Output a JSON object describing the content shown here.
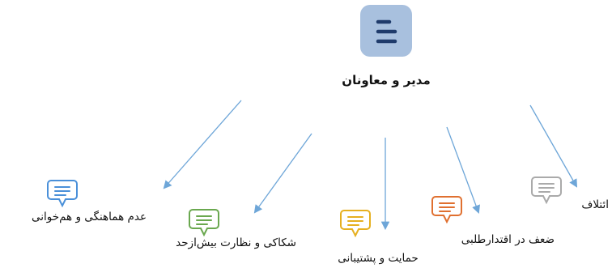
{
  "root": {
    "label": "مدیر و معاونان",
    "icon": "list-icon",
    "color": "#a8c0de"
  },
  "edge_color": "#6ea6d8",
  "nodes": [
    {
      "label": "عدم هماهنگی و هم‌خوانی",
      "icon": "comment-icon",
      "color": "#4a90d9"
    },
    {
      "label": "شکاکی و نظارت بیش‌ازحد",
      "icon": "comment-icon",
      "color": "#6aa84f"
    },
    {
      "label": "حمایت و پشتیبانی",
      "icon": "comment-icon",
      "color": "#e6b020"
    },
    {
      "label": "ضعف در اقتدارطلبی",
      "icon": "comment-icon",
      "color": "#e07030"
    },
    {
      "label": "ائتلاف",
      "icon": "comment-icon",
      "color": "#aaaaaa"
    }
  ]
}
